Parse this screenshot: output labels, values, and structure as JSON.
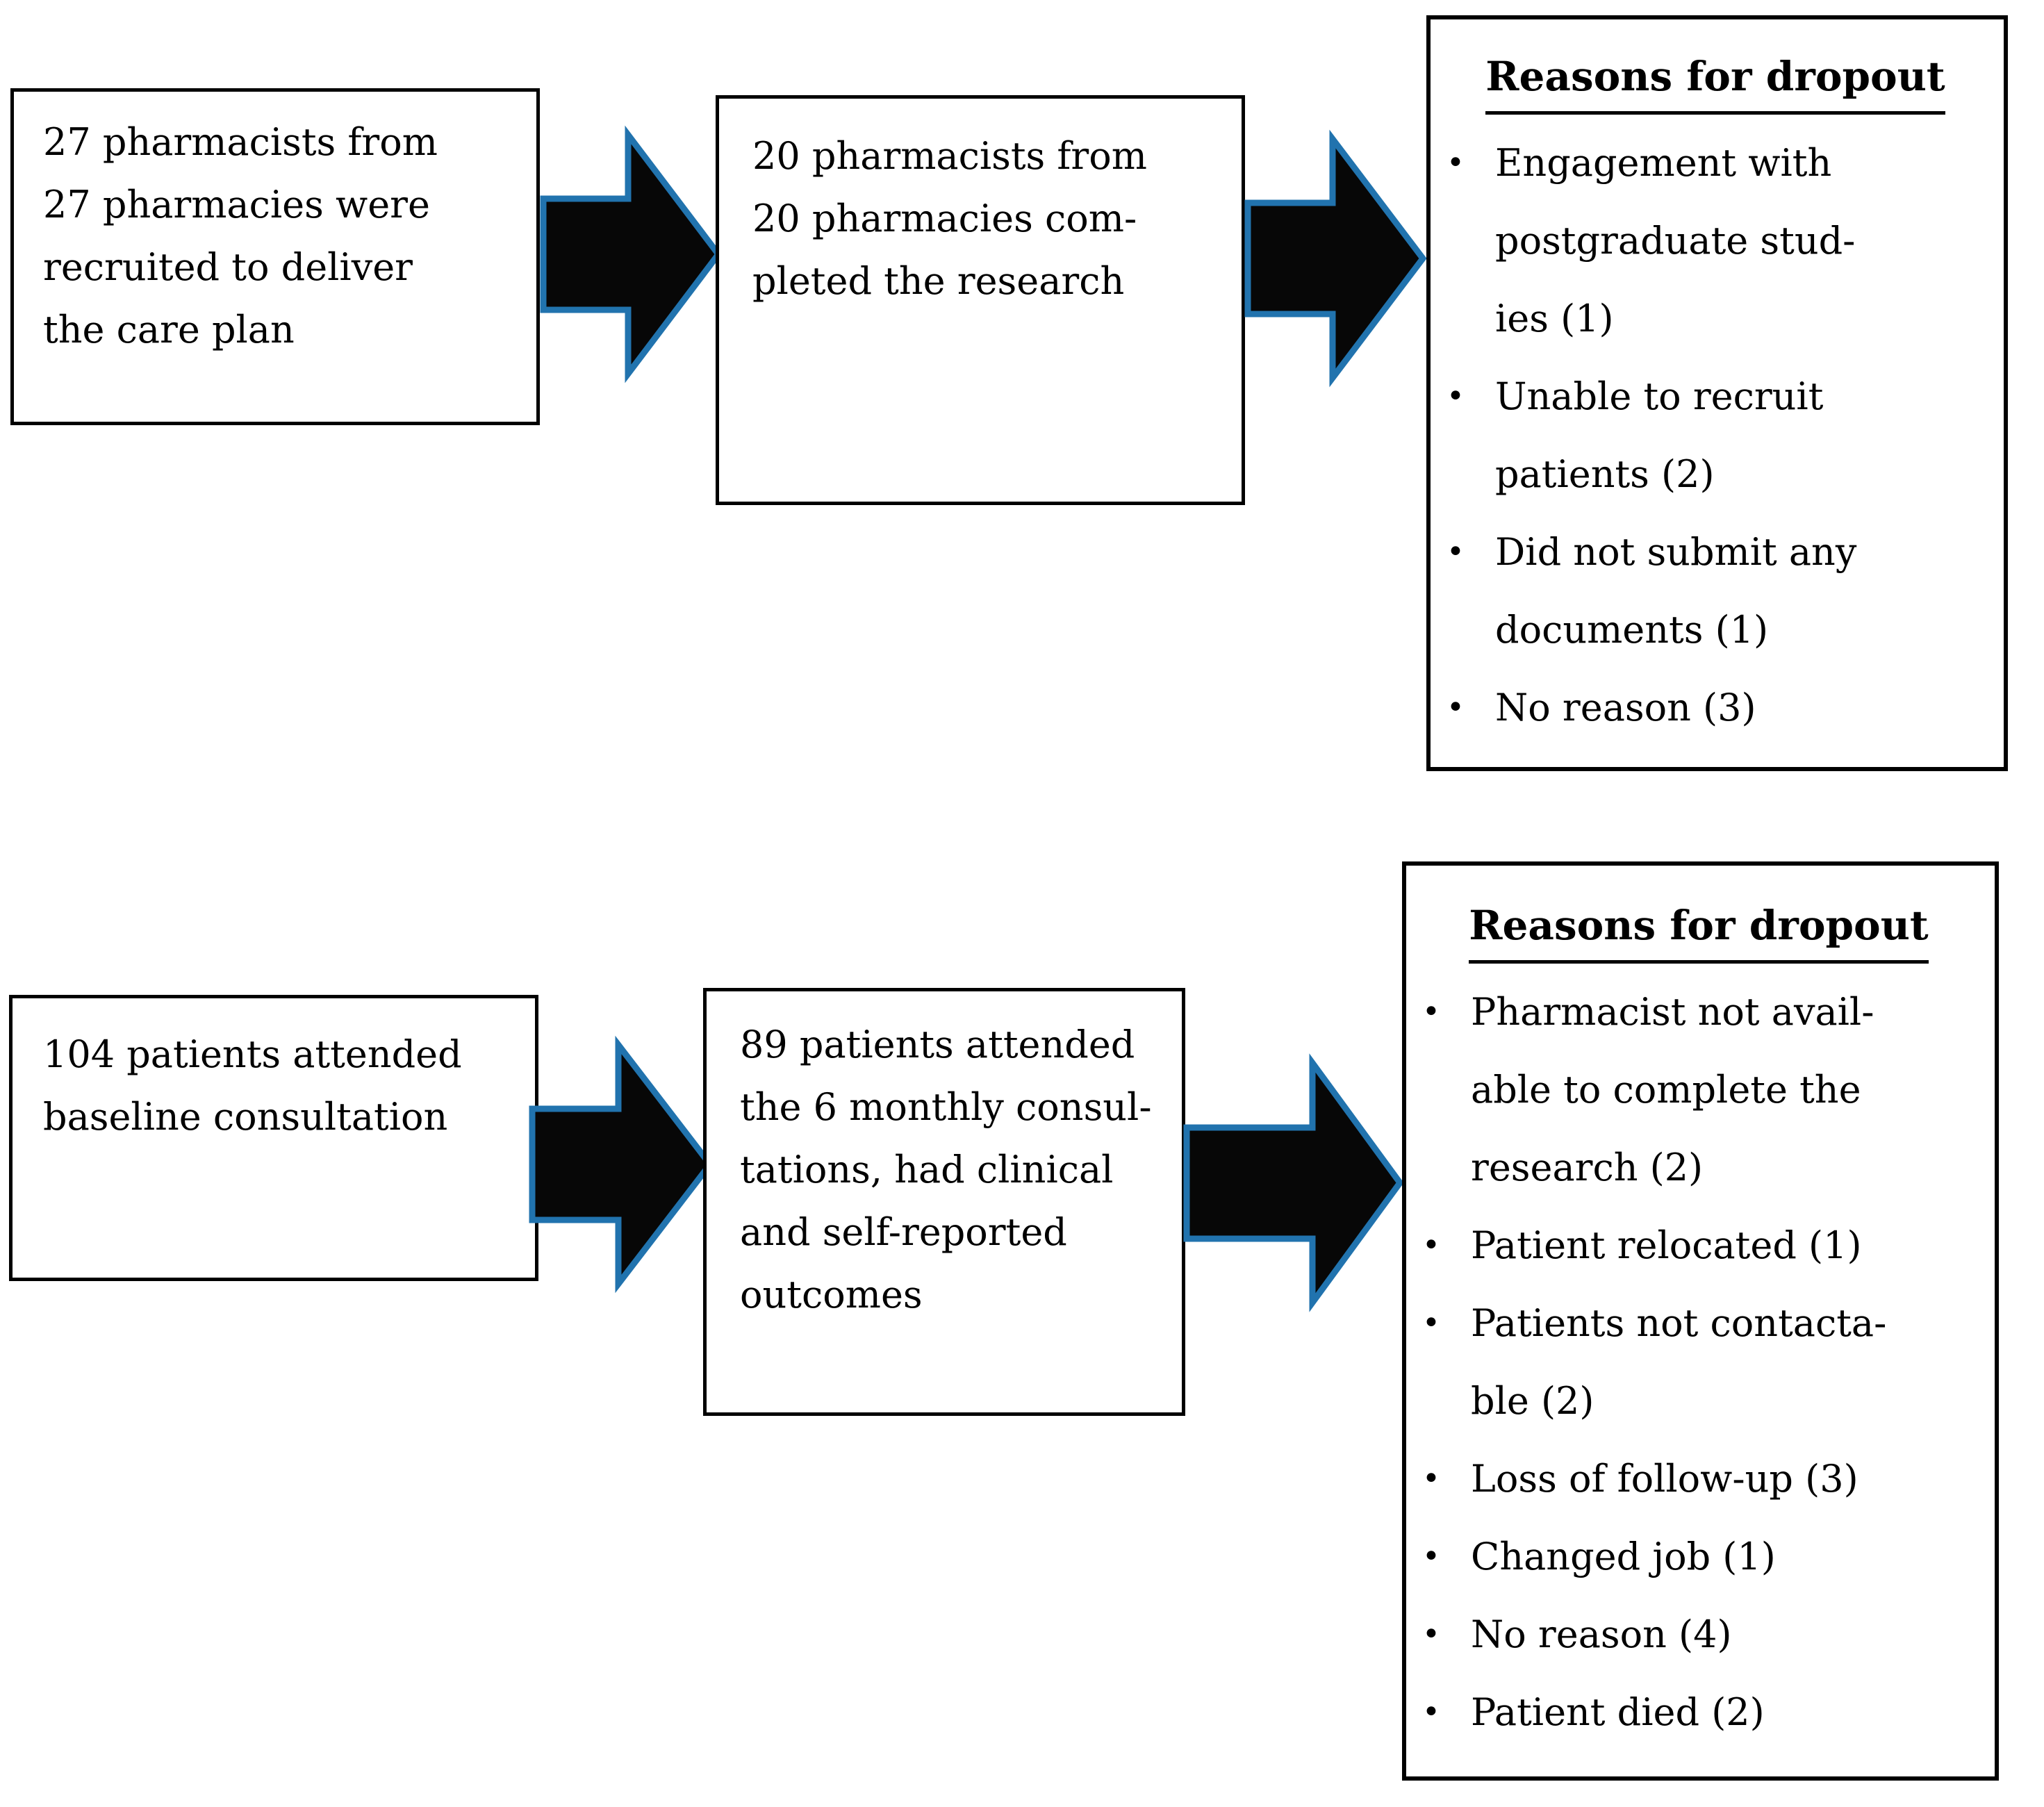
{
  "figure": {
    "background": "#ffffff",
    "text_color": "#000000",
    "box_border_color": "#000000",
    "bullet_glyph": "•",
    "arrow": {
      "name": "right-block-arrow",
      "fill": "#070707",
      "border": "#2173ae"
    }
  },
  "rows": [
    {
      "step1": {
        "lines": [
          "27 pharmacists from",
          "27 pharmacies were",
          "recruited to deliver",
          "the care plan"
        ]
      },
      "step2": {
        "lines": [
          "20 pharmacists from",
          "20 pharmacies com-",
          "pleted the research"
        ]
      },
      "dropout": {
        "title": "Reasons for dropout",
        "items": [
          {
            "lines": [
              "Engagement with",
              "postgraduate stud-",
              "ies (1)"
            ]
          },
          {
            "lines": [
              "Unable to recruit",
              "patients (2)"
            ]
          },
          {
            "lines": [
              "Did not submit any",
              "documents (1)"
            ]
          },
          {
            "lines": [
              "No reason (3)"
            ]
          }
        ]
      }
    },
    {
      "step1": {
        "lines": [
          "104 patients attended",
          "baseline consultation"
        ]
      },
      "step2": {
        "lines": [
          "89 patients attended",
          "the 6 monthly consul-",
          "tations, had clinical",
          "and self-reported",
          "outcomes"
        ]
      },
      "dropout": {
        "title": "Reasons for dropout",
        "items": [
          {
            "lines": [
              "Pharmacist not avail-",
              "able to complete the",
              "research (2)"
            ]
          },
          {
            "lines": [
              "Patient relocated (1)"
            ]
          },
          {
            "lines": [
              "Patients not contacta-",
              "ble (2)"
            ]
          },
          {
            "lines": [
              "Loss of follow-up (3)"
            ]
          },
          {
            "lines": [
              "Changed job (1)"
            ]
          },
          {
            "lines": [
              "No reason (4)"
            ]
          },
          {
            "lines": [
              "Patient died (2)"
            ]
          }
        ]
      }
    }
  ]
}
